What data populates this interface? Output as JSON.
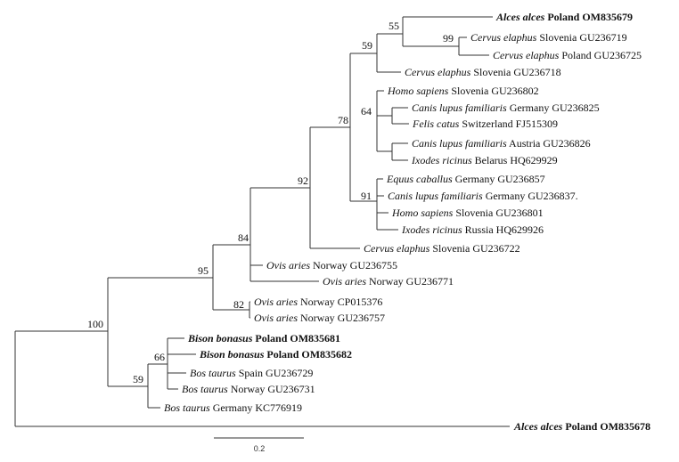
{
  "tree": {
    "supports": {
      "n55": "55",
      "n99": "99",
      "n59a": "59",
      "n64": "64",
      "n91": "91",
      "n78": "78",
      "n92": "92",
      "n84": "84",
      "n82": "82",
      "n95": "95",
      "n66": "66",
      "n59b": "59",
      "n100": "100"
    },
    "tips": [
      {
        "id": "t1",
        "species": "Alces alces",
        "rest": " Poland OM835679",
        "bold": true
      },
      {
        "id": "t2",
        "species": "Cervus elaphus",
        "rest": " Slovenia GU236719",
        "bold": false
      },
      {
        "id": "t3",
        "species": "Cervus elaphus",
        "rest": " Poland GU236725",
        "bold": false
      },
      {
        "id": "t4",
        "species": "Cervus elaphus",
        "rest": " Slovenia GU236718",
        "bold": false
      },
      {
        "id": "t5",
        "species": "Homo sapiens",
        "rest": " Slovenia GU236802",
        "bold": false
      },
      {
        "id": "t6",
        "species": "Canis lupus familiaris",
        "rest": " Germany GU236825",
        "bold": false
      },
      {
        "id": "t7",
        "species": "Felis catus",
        "rest": " Switzerland FJ515309",
        "bold": false
      },
      {
        "id": "t8",
        "species": "Canis lupus familiaris",
        "rest": " Austria GU236826",
        "bold": false
      },
      {
        "id": "t9",
        "species": "Ixodes ricinus",
        "rest": " Belarus HQ629929",
        "bold": false
      },
      {
        "id": "t10",
        "species": "Equus caballus",
        "rest": " Germany GU236857",
        "bold": false
      },
      {
        "id": "t11",
        "species": "Canis lupus familiaris",
        "rest": " Germany GU236837.",
        "bold": false
      },
      {
        "id": "t12",
        "species": "Homo sapiens",
        "rest": " Slovenia GU236801",
        "bold": false
      },
      {
        "id": "t13",
        "species": "Ixodes ricinus",
        "rest": " Russia HQ629926",
        "bold": false
      },
      {
        "id": "t14",
        "species": "Cervus elaphus",
        "rest": " Slovenia GU236722",
        "bold": false
      },
      {
        "id": "t15",
        "species": "Ovis aries",
        "rest": " Norway GU236755",
        "bold": false
      },
      {
        "id": "t16",
        "species": "Ovis aries",
        "rest": " Norway GU236771",
        "bold": false
      },
      {
        "id": "t17",
        "species": "Ovis aries",
        "rest": " Norway CP015376",
        "bold": false
      },
      {
        "id": "t18",
        "species": "Ovis aries",
        "rest": " Norway GU236757",
        "bold": false
      },
      {
        "id": "t19",
        "species": "Bison bonasus",
        "rest": " Poland OM835681",
        "bold": true
      },
      {
        "id": "t20",
        "species": "Bison bonasus",
        "rest": " Poland OM835682",
        "bold": true
      },
      {
        "id": "t21",
        "species": "Bos taurus",
        "rest": " Spain GU236729",
        "bold": false
      },
      {
        "id": "t22",
        "species": "Bos taurus",
        "rest": " Norway GU236731",
        "bold": false
      },
      {
        "id": "t23",
        "species": "Bos taurus",
        "rest": " Germany KC776919",
        "bold": false
      },
      {
        "id": "t24",
        "species": "Alces alces",
        "rest": " Poland OM835678",
        "bold": true
      }
    ]
  },
  "scale_bar": {
    "label": "0.2"
  }
}
